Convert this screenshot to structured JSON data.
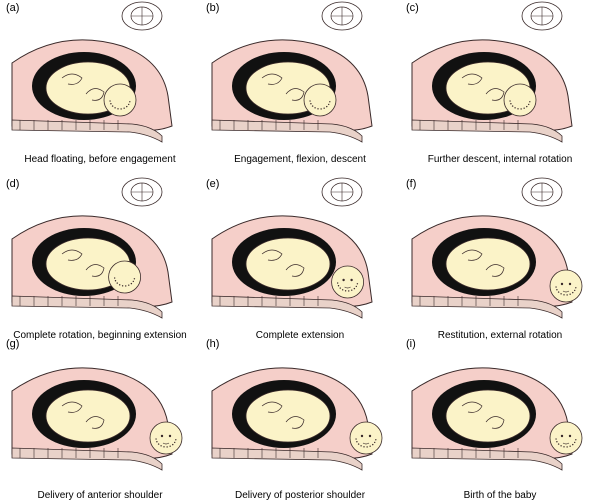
{
  "figure": {
    "colors": {
      "maternal_tissue": "#f5cfc9",
      "maternal_outline": "#3a2a2a",
      "uterine_cavity": "#111111",
      "fetus": "#fbf3c8",
      "spine": "#e9d2c9",
      "pelvis_icon": "#ffffff"
    },
    "panels": [
      {
        "letter": "(a)",
        "caption": "Head floating, before engagement",
        "stage": "before-engagement",
        "head_exposure": 0.0,
        "pelvis_icon": true
      },
      {
        "letter": "(b)",
        "caption": "Engagement, flexion, descent",
        "stage": "engagement",
        "head_exposure": 0.0,
        "pelvis_icon": true
      },
      {
        "letter": "(c)",
        "caption": "Further descent, internal rotation",
        "stage": "internal-rotation",
        "head_exposure": 0.0,
        "pelvis_icon": true
      },
      {
        "letter": "(d)",
        "caption": "Complete rotation, beginning extension",
        "stage": "beginning-extension",
        "head_exposure": 0.1,
        "pelvis_icon": true
      },
      {
        "letter": "(e)",
        "caption": "Complete extension",
        "stage": "complete-extension",
        "head_exposure": 0.6,
        "pelvis_icon": true
      },
      {
        "letter": "(f)",
        "caption": "Restitution, external rotation",
        "stage": "restitution",
        "head_exposure": 1.0,
        "pelvis_icon": true
      },
      {
        "letter": "(g)",
        "caption": "Delivery of anterior shoulder",
        "stage": "anterior-shoulder",
        "head_exposure": 1.0,
        "pelvis_icon": false
      },
      {
        "letter": "(h)",
        "caption": "Delivery of posterior shoulder",
        "stage": "posterior-shoulder",
        "head_exposure": 1.0,
        "pelvis_icon": false
      },
      {
        "letter": "(i)",
        "caption": "Birth of the baby",
        "stage": "birth",
        "head_exposure": 1.0,
        "pelvis_icon": false
      }
    ]
  }
}
